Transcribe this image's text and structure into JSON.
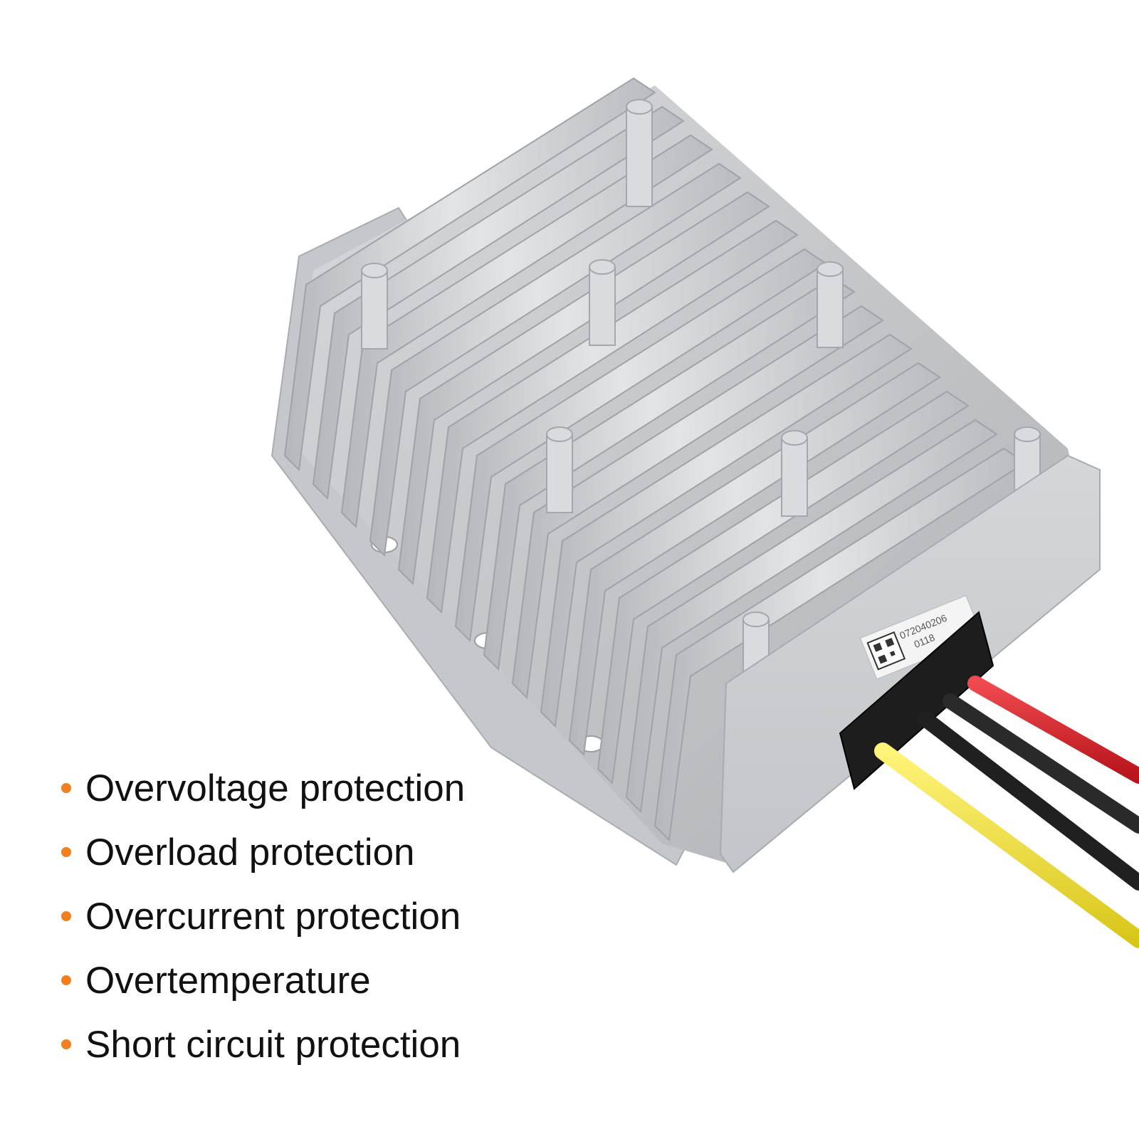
{
  "product": {
    "label_serial": "072040206",
    "label_batch": "0118",
    "icon": "dc-converter-module-icon"
  },
  "features": [
    {
      "text": "Overvoltage protection"
    },
    {
      "text": "Overload protection"
    },
    {
      "text": "Overcurrent protection"
    },
    {
      "text": "Overtemperature"
    },
    {
      "text": "Short circuit protection"
    }
  ],
  "colors": {
    "bullet": "#f07f1f",
    "text": "#111111",
    "aluminum": "#c8cacd",
    "wire_red": "#d2232a",
    "wire_black": "#1c1c1c",
    "wire_yellow": "#f2e33a"
  }
}
